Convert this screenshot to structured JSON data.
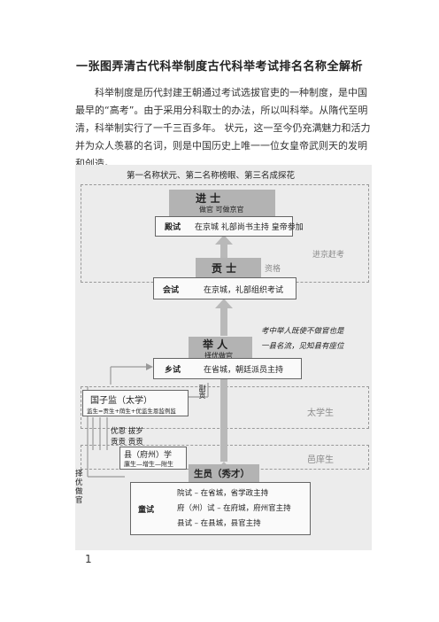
{
  "document": {
    "title": "一张图弄清古代科举制度古代科举考试排名名称全解析",
    "paragraph": "科举制度是历代封建王朝通过考试选拔官吏的一种制度，是中国最早的“高考”。由于采用分科取士的办法，所以叫科举。从隋代至明清，科举制实行了一千三百多年。 状元，这一至今仍充满魅力和活力并为众人羡慕的名词，则是中国历史上唯一一位女皇帝武则天的发明和创造。",
    "page_number": "1"
  },
  "diagram": {
    "top_note": "第一名称状元、第二名称榜眼、第三名成探花",
    "jinshi": {
      "title": "进 士",
      "sub": "做官 可做京官"
    },
    "dianshi": {
      "label": "殿试",
      "desc": "在京城 礼部尚书主持 皇帝参加"
    },
    "jinjing": "进京赶考",
    "gongshi": {
      "title": "贡 士",
      "qualifier": "资格"
    },
    "huishi": {
      "label": "会试",
      "desc": "在京城，礼部组织考试"
    },
    "juren_note1": "考中举人既使不做官也是",
    "juren_note2": "一县名流，见知县有座位",
    "juren": {
      "title": "举 人",
      "sub": "择优做官"
    },
    "xiangshi": {
      "label": "乡试",
      "desc": "在省城，朝廷派员主持"
    },
    "guozijian": {
      "title": "国子监（太学）",
      "sub": "监生=贡生+荫生+优监生恩监例监"
    },
    "sheng_gong": "副贡",
    "taixuesheng": "太学生",
    "youen": {
      "line1": "优恩 拔岁",
      "line2": "贡贡 贡贡"
    },
    "xianxue": {
      "title": "县（府州）学",
      "sub": "廪生—增生—附生"
    },
    "yixiang": "邑庠生",
    "zeyou": "择优做官",
    "shengyuan": {
      "title": "生员（秀才）"
    },
    "tongshi": {
      "label": "童试",
      "lines": [
        "院试 – 在省城，省学政主持",
        "府（州）试 – 在府城，府州官主持",
        "县试 – 在县城，县官主持"
      ]
    }
  }
}
